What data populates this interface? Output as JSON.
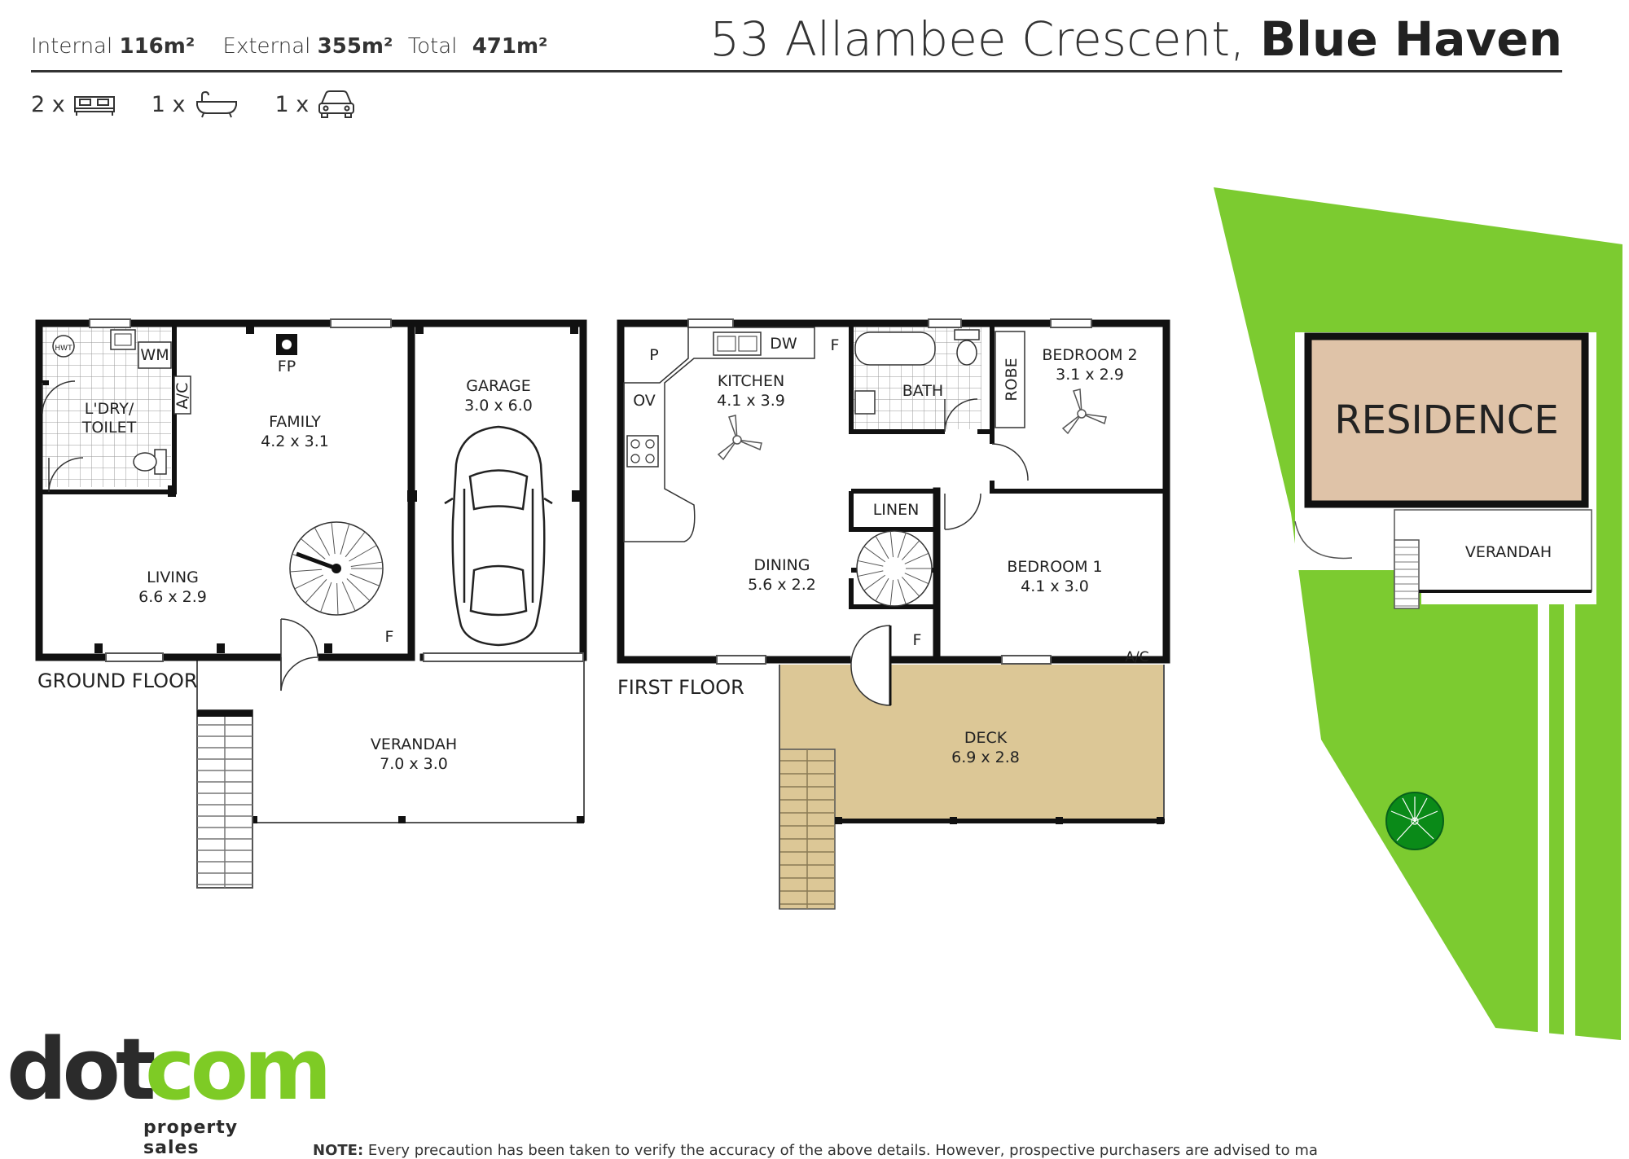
{
  "header": {
    "internal_label": "Internal",
    "internal_value": "116m²",
    "external_label": "External",
    "external_value": "355m²",
    "total_label": "Total",
    "total_value": "471m²",
    "address_street": "53 Allambee Crescent,",
    "address_suburb": "Blue Haven"
  },
  "counts": {
    "bedrooms": "2 x",
    "bathrooms": "1 x",
    "parking": "1 x",
    "icons": [
      "bed-icon",
      "bath-icon",
      "car-icon"
    ]
  },
  "ground_floor": {
    "title": "GROUND FLOOR",
    "hwt": "HWT",
    "wm": "WM",
    "ac": "A/C",
    "laundry_l1": "L'DRY/",
    "laundry_l2": "TOILET",
    "family": "FAMILY",
    "family_dim": "4.2 x 3.1",
    "fp": "FP",
    "garage": "GARAGE",
    "garage_dim": "3.0 x 6.0",
    "living": "LIVING",
    "living_dim": "6.6 x 2.9",
    "f": "F",
    "verandah": "VERANDAH",
    "verandah_dim": "7.0 x 3.0"
  },
  "first_floor": {
    "title": "FIRST FLOOR",
    "p": "P",
    "ov": "OV",
    "dw": "DW",
    "f": "F",
    "kitchen": "KITCHEN",
    "kitchen_dim": "4.1 x 3.9",
    "bath": "BATH",
    "robe": "ROBE",
    "bedroom2": "BEDROOM 2",
    "bedroom2_dim": "3.1 x 2.9",
    "linen": "LINEN",
    "dining": "DINING",
    "dining_dim": "5.6 x 2.2",
    "bedroom1": "BEDROOM 1",
    "bedroom1_dim": "4.1 x 3.0",
    "ac": "A/C",
    "deck": "DECK",
    "deck_dim": "6.9 x 2.8"
  },
  "site": {
    "residence": "RESIDENCE",
    "verandah": "VERANDAH"
  },
  "colors": {
    "wall": "#111111",
    "deck": "#dcc796",
    "lawn": "#7ccb30",
    "residence": "#dfc3a8",
    "brand_green": "#7ecb25"
  },
  "logo": {
    "dot": "dot",
    "com": "com",
    "tagline": "property sales"
  },
  "note": {
    "label": "NOTE:",
    "text": " Every precaution has been taken to verify the accuracy of the above details. However, prospective purchasers are advised to ma"
  }
}
